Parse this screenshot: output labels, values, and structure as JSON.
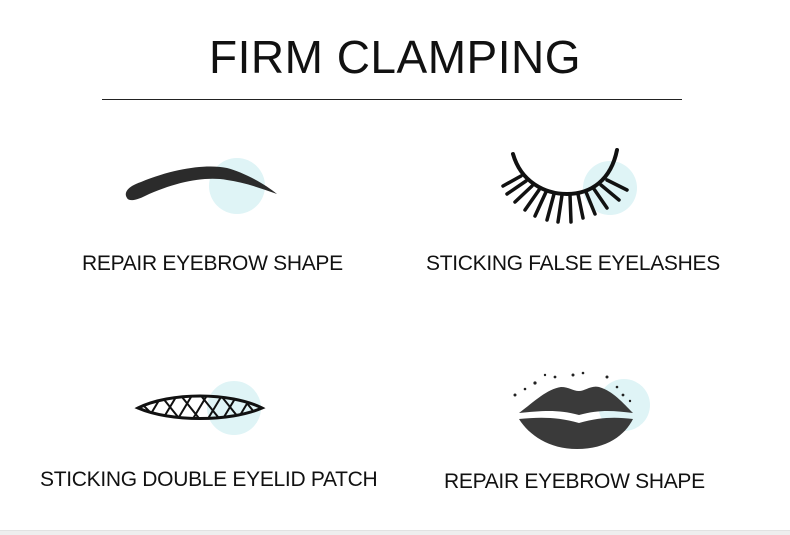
{
  "title": "FIRM CLAMPING",
  "accent_color": "#dff4f6",
  "features": [
    {
      "icon": "eyebrow-icon",
      "label": "REPAIR EYEBROW SHAPE"
    },
    {
      "icon": "eyelashes-icon",
      "label": "STICKING FALSE EYELASHES"
    },
    {
      "icon": "eyelid-patch-icon",
      "label": "STICKING DOUBLE EYELID PATCH"
    },
    {
      "icon": "lips-icon",
      "label": "REPAIR EYEBROW SHAPE"
    }
  ]
}
